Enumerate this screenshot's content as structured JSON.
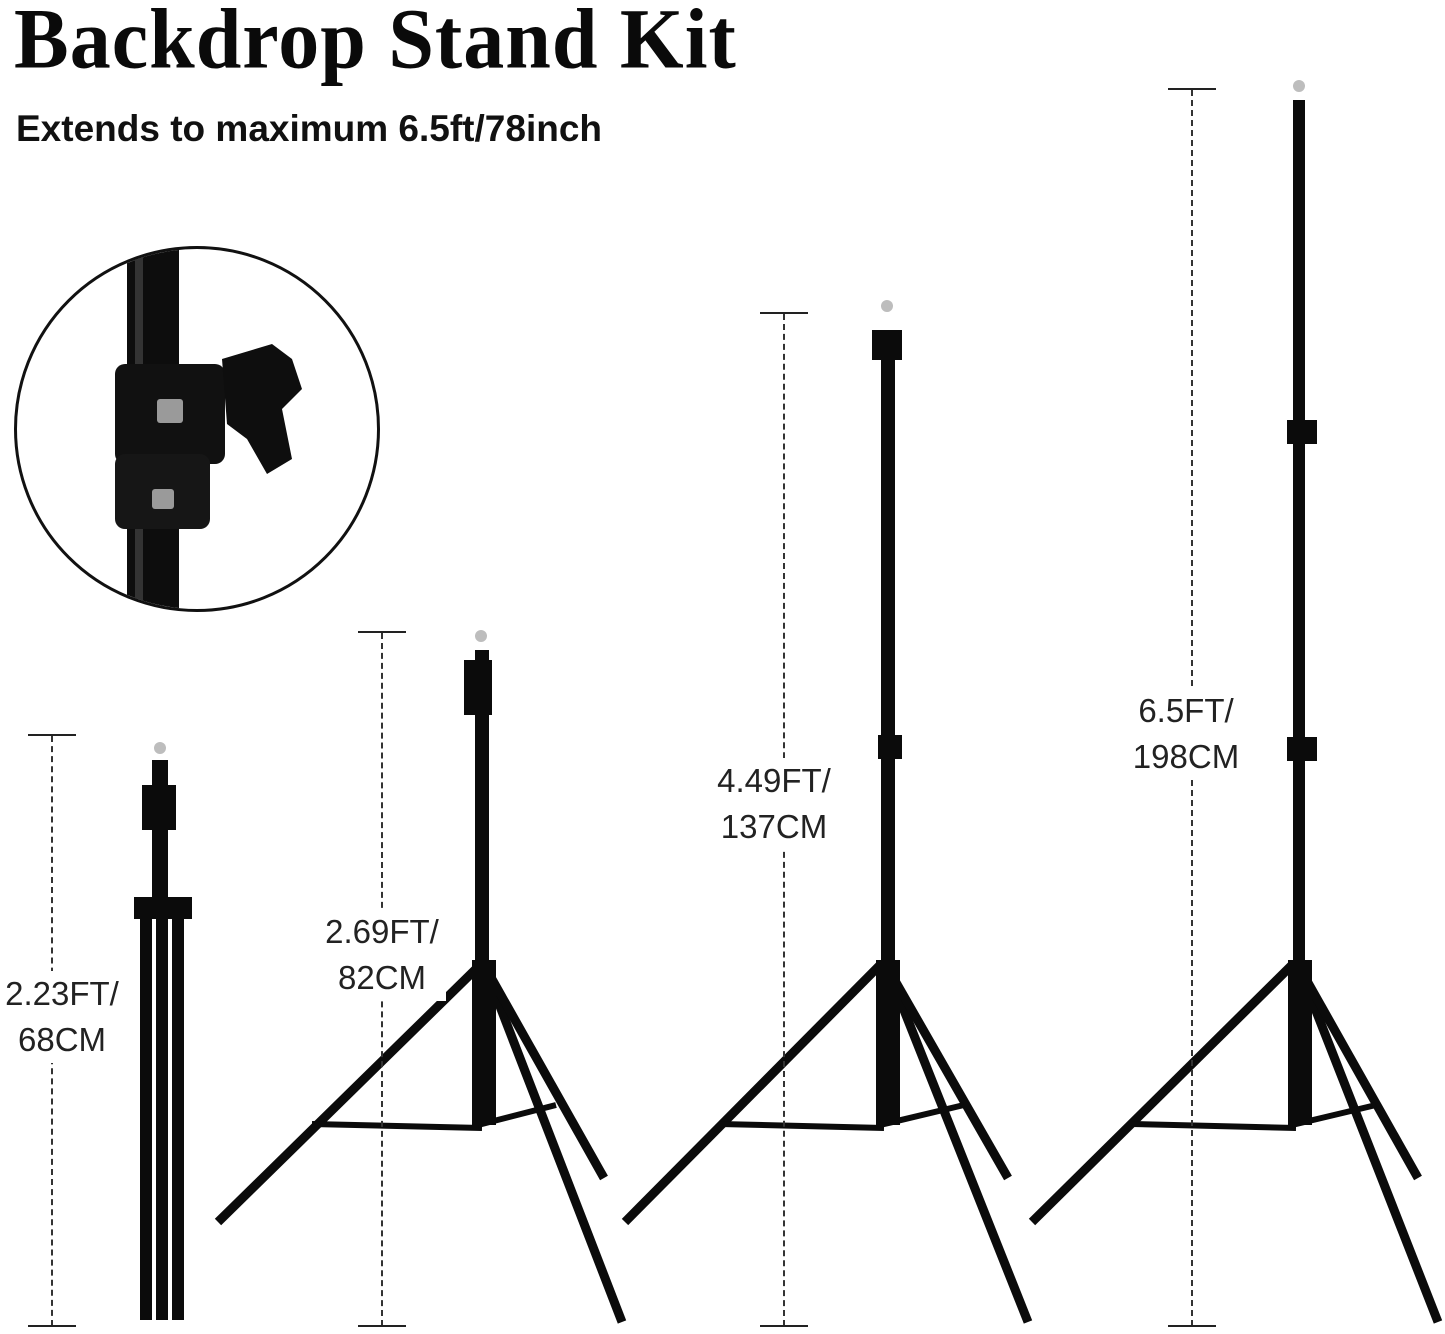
{
  "header": {
    "title": "Backdrop Stand Kit",
    "subtitle": "Extends to maximum 6.5ft/78inch"
  },
  "detail_inset": {
    "icon": "clamp-knob-closeup-icon"
  },
  "stands": [
    {
      "state": "folded",
      "height_ft": "2.23FT/",
      "height_cm": "68CM"
    },
    {
      "state": "minimum",
      "height_ft": "2.69FT/",
      "height_cm": "82CM"
    },
    {
      "state": "medium",
      "height_ft": "4.49FT/",
      "height_cm": "137CM"
    },
    {
      "state": "maximum",
      "height_ft": "6.5FT/",
      "height_cm": "198CM"
    }
  ],
  "colors": {
    "background": "#ffffff",
    "stand": "#0b0b0b",
    "text": "#111111"
  }
}
